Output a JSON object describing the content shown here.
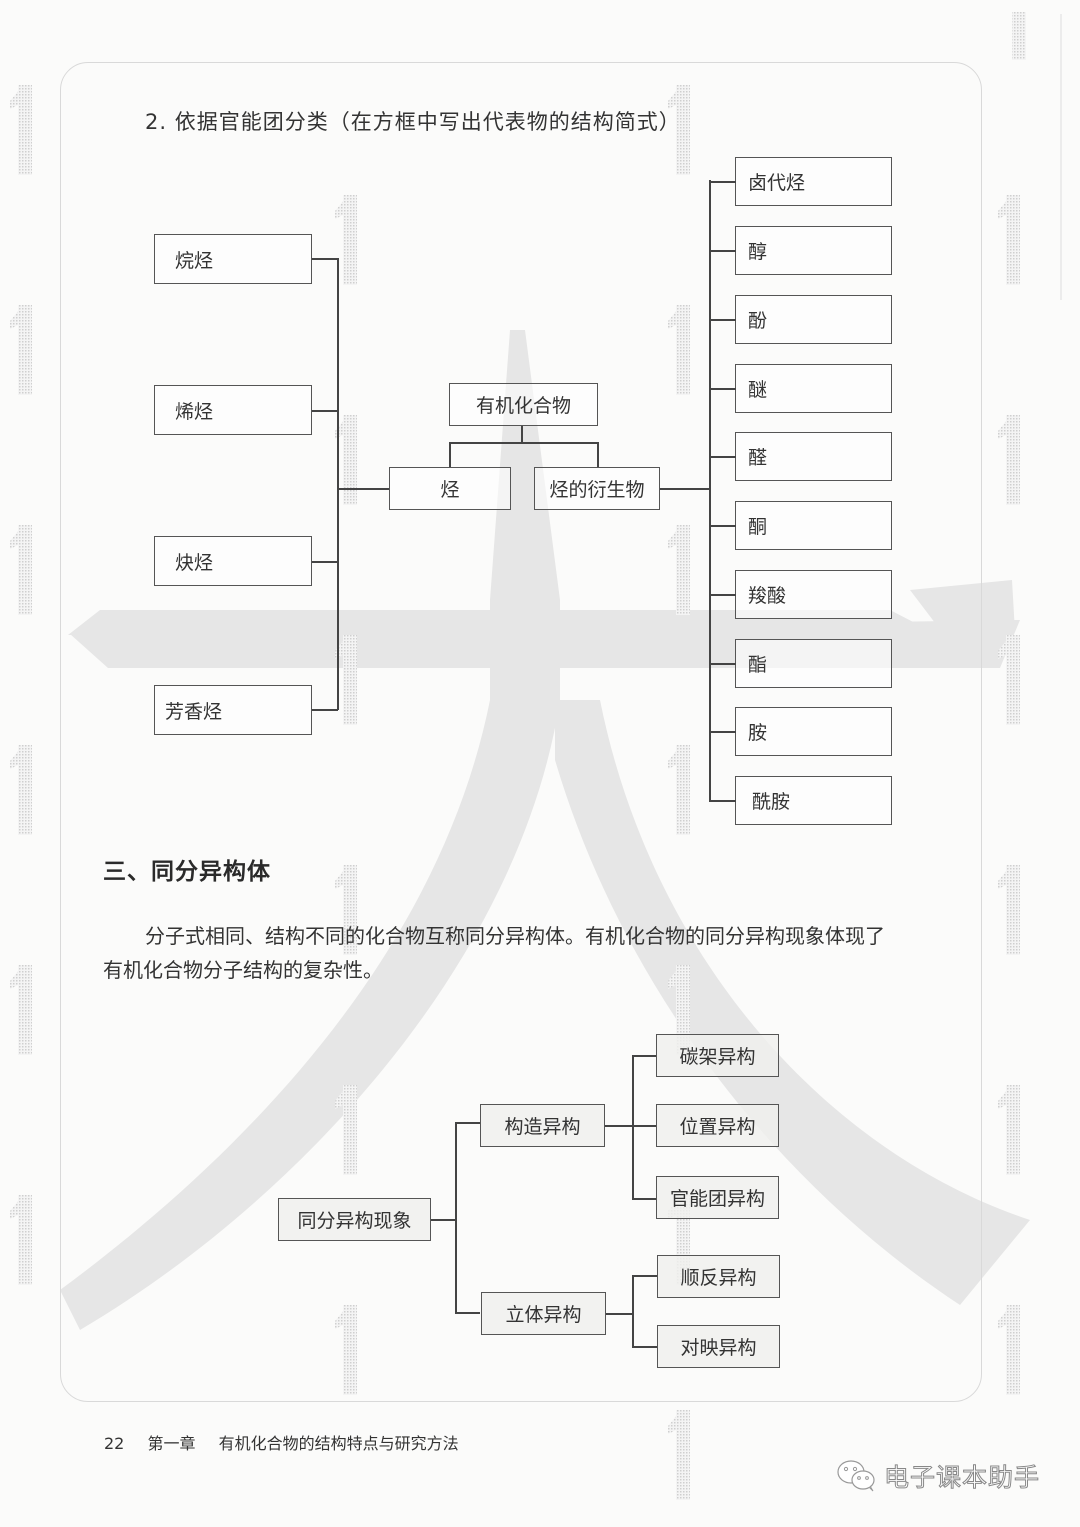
{
  "section_2": {
    "title": "2. 依据官能团分类（在方框中写出代表物的结构简式）"
  },
  "classification_tree": {
    "root": "有机化合物",
    "branches": [
      "烃",
      "烃的衍生物"
    ],
    "hydrocarbons": [
      "烷烃",
      "烯烃",
      "炔烃",
      "芳香烃"
    ],
    "derivatives": [
      "卤代烃",
      "醇",
      "酚",
      "醚",
      "醛",
      "酮",
      "羧酸",
      "酯",
      "胺",
      "酰胺"
    ]
  },
  "section_3": {
    "heading": "三、同分异构体",
    "paragraph_line1": "分子式相同、结构不同的化合物互称同分异构体。有机化合物的同分异构现象体现了",
    "paragraph_line2": "有机化合物分子结构的复杂性。"
  },
  "isomer_tree": {
    "root": "同分异构现象",
    "constitutional": {
      "label": "构造异构",
      "children": [
        "碳架异构",
        "位置异构",
        "官能团异构"
      ]
    },
    "stereo": {
      "label": "立体异构",
      "children": [
        "顺反异构",
        "对映异构"
      ]
    }
  },
  "footer": {
    "page_number": "22",
    "chapter": "第一章",
    "chapter_title": "有机化合物的结构特点与研究方法"
  },
  "watermark": {
    "account_name": "电子课本助手",
    "icon": "wechat-icon"
  },
  "colors": {
    "line": "#444444",
    "watermark_grey": "#e6e6e6"
  }
}
